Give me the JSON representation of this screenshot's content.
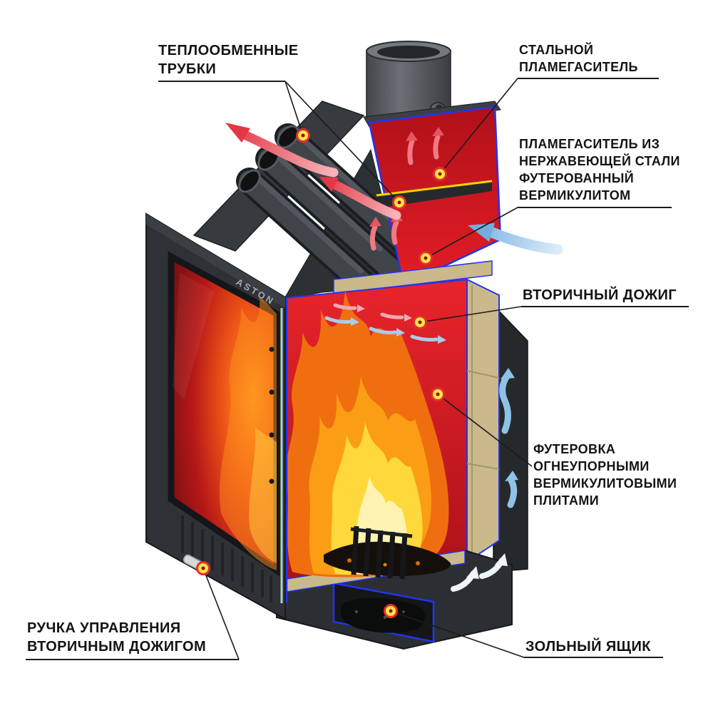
{
  "brand": {
    "logo": "ASTON"
  },
  "labels": {
    "heat_exchange_tubes": {
      "lines": [
        "ТЕПЛООБМЕННЫЕ",
        "ТРУБКИ"
      ]
    },
    "steel_flame_arrester": {
      "lines": [
        "СТАЛЬНОЙ",
        "ПЛАМЕГАСИТЕЛЬ"
      ]
    },
    "vermiculite_flame_arrester": {
      "lines": [
        "ПЛАМЕГАСИТЕЛЬ ИЗ",
        "НЕРЖАВЕЮЩЕЙ СТАЛИ",
        "ФУТЕРОВАННЫЙ",
        "ВЕРМИКУЛИТОМ"
      ]
    },
    "secondary_afterburn": {
      "lines": [
        "ВТОРИЧНЫЙ ДОЖИГ"
      ]
    },
    "vermiculite_lining": {
      "lines": [
        "ФУТЕРОВКА",
        "ОГНЕУПОРНЫМИ",
        "ВЕРМИКУЛИТОВЫМИ",
        "ПЛИТАМИ"
      ]
    },
    "ash_box": {
      "lines": [
        "ЗОЛЬНЫЙ ЯЩИК"
      ]
    },
    "secondary_control_handle": {
      "lines": [
        "РУЧКА УПРАВЛЕНИЯ",
        "ВТОРИЧНЫМ ДОЖИГОМ"
      ]
    }
  },
  "colors": {
    "background": "#ffffff",
    "body_dark": "#2e3236",
    "cut_edge_blue": "#2334f0",
    "firebox_red": "#d81822",
    "vermiculite_tan": "#c9b98b",
    "flame_orange": "#f99b1c",
    "flame_yellow": "#ffd83c",
    "hot_air_red": "#e43744",
    "cold_air_blue": "#74aede",
    "marker_fill": "#ffe24a",
    "marker_ring": "#e03028",
    "arrester_line_yellow": "#ffd400",
    "label_text": "#141414"
  }
}
